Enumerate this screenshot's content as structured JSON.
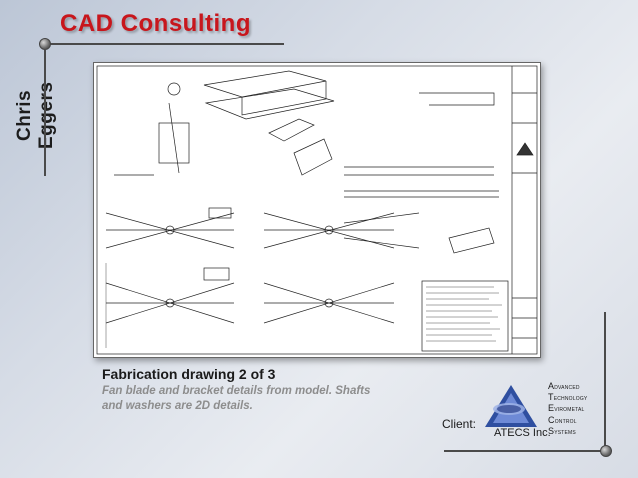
{
  "slide": {
    "title": "CAD Consulting",
    "author": "Chris Eggers"
  },
  "caption": {
    "heading": "Fabrication drawing 2 of 3",
    "body": "Fan blade and bracket details from model. Shafts and washers are 2D details."
  },
  "client": {
    "label": "Client:",
    "logo_text": "ATECS Inc.",
    "acronym": [
      {
        "initial": "A",
        "rest": "dvanced"
      },
      {
        "initial": "T",
        "rest": "echnology"
      },
      {
        "initial": "E",
        "rest": "virometal"
      },
      {
        "initial": "C",
        "rest": "ontrol"
      },
      {
        "initial": "S",
        "rest": "ystems"
      }
    ]
  },
  "colors": {
    "title": "#c8161c",
    "rules": "#4a4a4a",
    "caption_body": "#8d8d8d"
  },
  "icons": [
    "knob-icon",
    "atecs-logo-icon",
    "drawing-thumbnail"
  ]
}
